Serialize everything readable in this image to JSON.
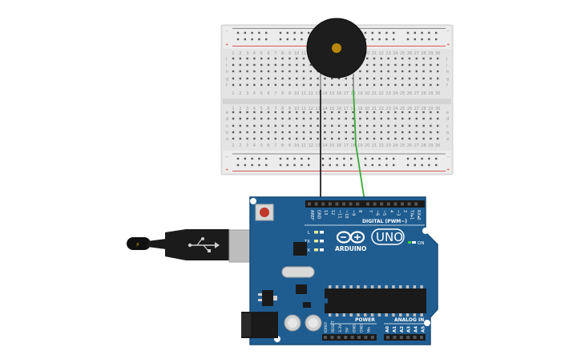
{
  "breadboard": {
    "row_letters_top": [
      "j",
      "i",
      "h",
      "g",
      "f"
    ],
    "row_letters_bottom": [
      "e",
      "d",
      "c",
      "b",
      "a"
    ],
    "column_numbers": [
      "1",
      "2",
      "3",
      "4",
      "5",
      "6",
      "7",
      "8",
      "9",
      "10",
      "11",
      "12",
      "13",
      "14",
      "15",
      "16",
      "17",
      "18",
      "19",
      "20",
      "21",
      "22",
      "23",
      "24",
      "25",
      "26",
      "27",
      "28",
      "29",
      "30"
    ],
    "rail_minus": "−",
    "rail_plus": "+"
  },
  "arduino": {
    "brand_text": "ARDUINO",
    "model_text": "UNO",
    "digital_label": "DIGITAL (PWM~)",
    "power_label": "POWER",
    "analog_label": "ANALOG IN",
    "on_label": "ON",
    "led_labels": [
      "L",
      "TX",
      "RX"
    ],
    "digital_pins_left": [
      "AREF",
      "GND",
      "13",
      "12",
      "~11",
      "~10",
      "~9",
      "8"
    ],
    "digital_pins_right": [
      "7",
      "~6",
      "~5",
      "4",
      "~3",
      "2",
      "TX▸1",
      "RX◂0"
    ],
    "power_pins": [
      "IOREF",
      "RESET",
      "3.3V",
      "5V",
      "GND",
      "GND",
      "Vin"
    ],
    "analog_pins": [
      "A0",
      "A1",
      "A2",
      "A3",
      "A4",
      "A5"
    ]
  },
  "colors": {
    "board_blue": "#1f5d91",
    "board_edge": "#174a75",
    "wire_black": "#222222",
    "wire_green": "#3aa83a",
    "breadboard_body": "#e6e6e6",
    "rail_red": "#d62828",
    "buzzer_body": "#1d1d1d",
    "buzzer_center": "#b8860b"
  }
}
